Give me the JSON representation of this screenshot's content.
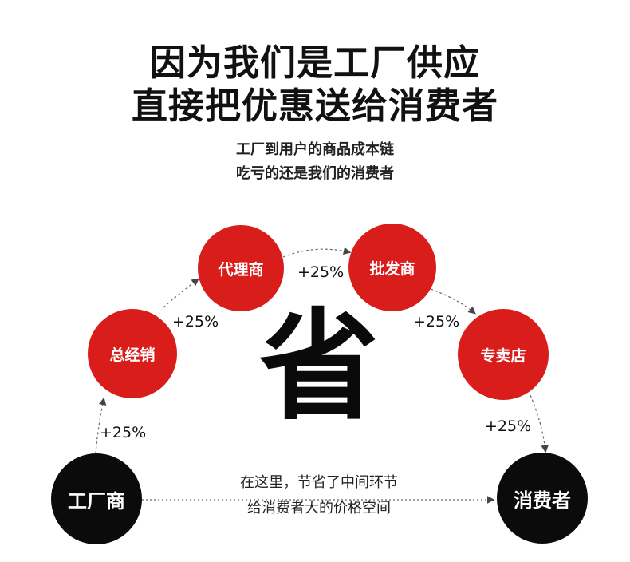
{
  "title": {
    "line1": "因为我们是工厂供应",
    "line2": "直接把优惠送给消费者"
  },
  "subtitle": {
    "line1": "工厂到用户的商品成本链",
    "line2": "吃亏的还是我们的消费者"
  },
  "nodes": {
    "factory": "工厂商",
    "distributor": "总经销",
    "agent": "代理商",
    "wholesaler": "批发商",
    "store": "专卖店",
    "consumer": "消费者"
  },
  "markups": {
    "m1": "+25%",
    "m2": "+25%",
    "m3": "+25%",
    "m4": "+25%",
    "m5": "+25%"
  },
  "center_char": "省",
  "note": {
    "line1": "在这里，节省了中间环节",
    "line2": "给消费者大的价格空间"
  },
  "colors": {
    "red": "#d81d1a",
    "black": "#0b0b0b"
  }
}
